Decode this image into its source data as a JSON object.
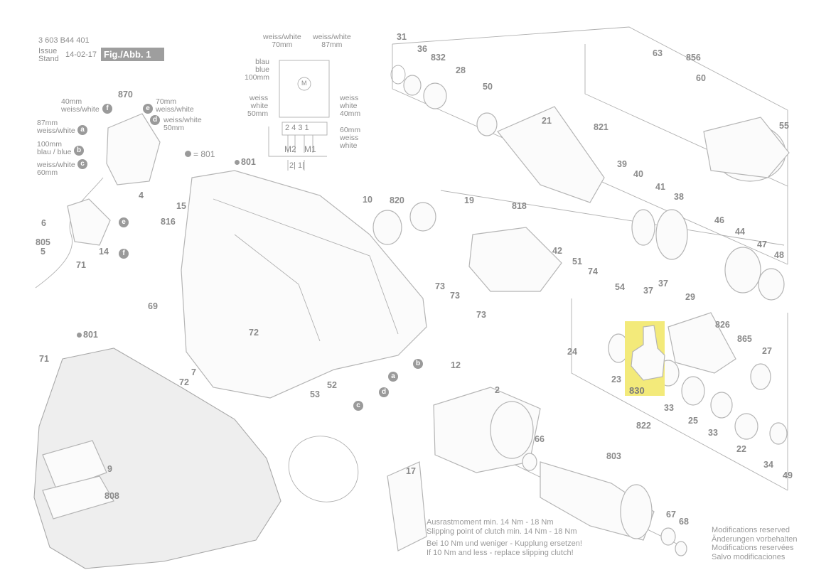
{
  "header": {
    "doc_number": "3 603 B44 401",
    "issue_label": "Issue",
    "stand_label": "Stand",
    "date": "14-02-17",
    "figure_label": "Fig./Abb. 1"
  },
  "wiring": {
    "weiss_white_70": "weiss/white\n70mm",
    "weiss_white_87": "weiss/white\n87mm",
    "blau_blue_100": "blau\nblue\n100mm",
    "weiss_white_50": "weiss\nwhite\n50mm",
    "weiss_white_40": "weiss\nwhite\n40mm",
    "weiss_white_60": "60mm\nweiss\nwhite",
    "terminals": "2 4 3 1",
    "m2": "M2",
    "m1": "M1",
    "mains": "2| 1|",
    "motor_symbol": "M"
  },
  "switch_wires": {
    "w40": "40mm\nweiss/white",
    "w70": "70mm\nweiss/white",
    "w87": "87mm\nweiss/white",
    "w50": "weiss/white\n50mm",
    "b100": "100mm\nblau / blue",
    "w60": "weiss/white\n60mm"
  },
  "callouts": [
    "f",
    "e",
    "a",
    "d",
    "b",
    "c"
  ],
  "legend_801": "= 801",
  "part_numbers": [
    "870",
    "4",
    "6",
    "805",
    "5",
    "14",
    "71",
    "816",
    "15",
    "69",
    "7",
    "72",
    "801",
    "10",
    "820",
    "72",
    "53",
    "52",
    "12",
    "2",
    "19",
    "818",
    "73",
    "73",
    "73",
    "42",
    "51",
    "74",
    "54",
    "37",
    "37",
    "29",
    "826",
    "865",
    "27",
    "24",
    "23",
    "830",
    "33",
    "25",
    "33",
    "22",
    "34",
    "49",
    "822",
    "66",
    "803",
    "67",
    "68",
    "17",
    "9",
    "808",
    "801",
    "71",
    "31",
    "36",
    "832",
    "28",
    "50",
    "21",
    "821",
    "63",
    "856",
    "60",
    "55",
    "39",
    "40",
    "41",
    "38",
    "46",
    "44",
    "47",
    "48"
  ],
  "highlight_part": "830",
  "highlight_color": "#f3ea7a",
  "notes": {
    "clutch": "Ausrastmoment min. 14 Nm - 18 Nm\nSlipping point of clutch min. 14 Nm - 18 Nm",
    "replace": "Bei 10 Nm und weniger - Kupplung ersetzen!\nIf 10 Nm and less - replace slipping clutch!",
    "modifications": "Modifications reserved\nÄnderungen vorbehalten\nModifications reservées\nSalvo modificaciones"
  }
}
